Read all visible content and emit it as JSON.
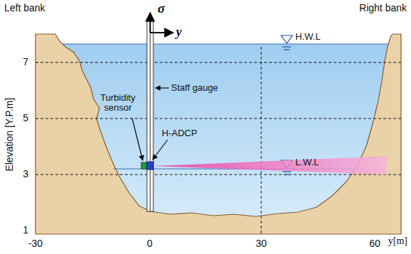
{
  "diagram": {
    "labels": [
      "Left bank",
      "Right bank",
      "σ",
      "y",
      "H.W.L",
      "7",
      "Staff gauge",
      "5",
      "Turbidity sensor",
      "H-ADCP",
      "L.W.L",
      "3",
      "1",
      "-30",
      "0",
      "30",
      "60",
      "y[m]",
      "Elevation [Y.P.m]"
    ]
  }
}
